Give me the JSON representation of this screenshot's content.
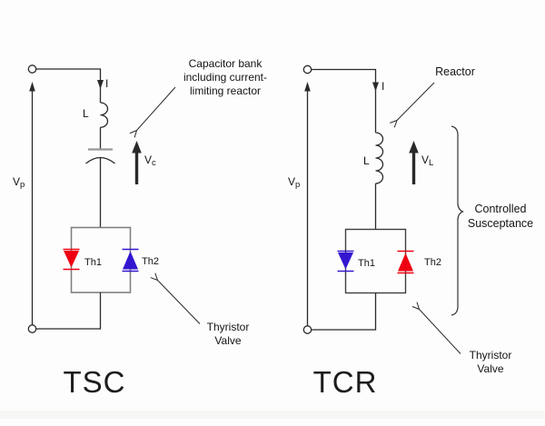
{
  "colors": {
    "background": "#fdfdfd",
    "wire": "#2a2a2a",
    "tsc_box": "#808080",
    "tcr_box": "#3f3f3f",
    "thyristor_red": "#ee0011",
    "thyristor_blue": "#3316d0",
    "plate_gray": "#999999"
  },
  "tsc": {
    "title": "TSC",
    "current_label": "I",
    "inductor_label": "L",
    "voltage_primary": {
      "main": "V",
      "sub": "p"
    },
    "voltage_capacitor": {
      "main": "V",
      "sub": "c"
    },
    "th1_label": "Th1",
    "th2_label": "Th2",
    "annotation_capacitor": "Capacitor bank\nincluding current-\nlimiting reactor",
    "annotation_thyristor": "Thyristor\nValve"
  },
  "tcr": {
    "title": "TCR",
    "current_label": "I",
    "inductor_label": "L",
    "voltage_primary": {
      "main": "V",
      "sub": "p"
    },
    "voltage_reactor": {
      "main": "V",
      "sub": "L"
    },
    "th1_label": "Th1",
    "th2_label": "Th2",
    "annotation_reactor": "Reactor",
    "annotation_susceptance": "Controlled\nSusceptance",
    "annotation_thyristor": "Thyristor\nValve"
  }
}
